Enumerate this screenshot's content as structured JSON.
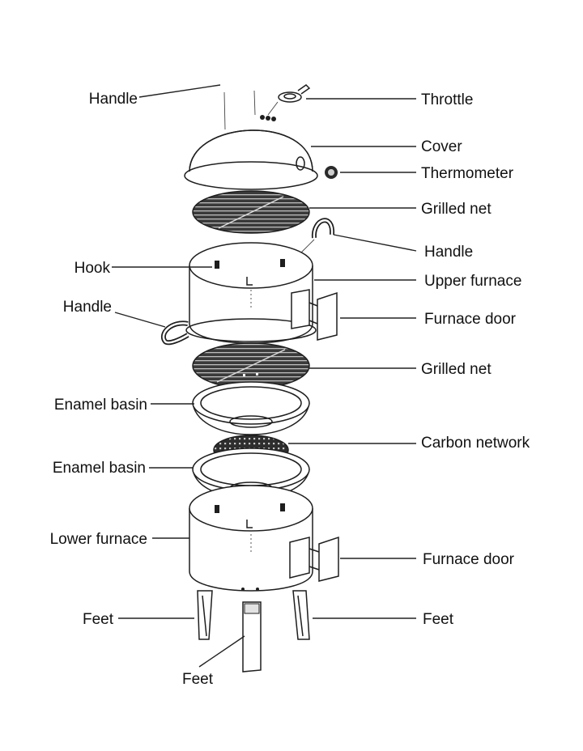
{
  "labels": {
    "handle_top": "Handle",
    "throttle": "Throttle",
    "cover": "Cover",
    "thermometer": "Thermometer",
    "grilled_net_upper": "Grilled net",
    "handle_right": "Handle",
    "hook": "Hook",
    "upper_furnace": "Upper furnace",
    "handle_left": "Handle",
    "furnace_door_upper": "Furnace door",
    "grilled_net_lower": "Grilled net",
    "enamel_basin_upper": "Enamel basin",
    "carbon_network": "Carbon network",
    "enamel_basin_lower": "Enamel basin",
    "lower_furnace": "Lower furnace",
    "furnace_door_lower": "Furnace door",
    "feet_left": "Feet",
    "feet_right": "Feet",
    "feet_bottom": "Feet"
  },
  "colors": {
    "line": "#1e1e1e",
    "text": "#111111",
    "grill": "#3a3a3a"
  }
}
